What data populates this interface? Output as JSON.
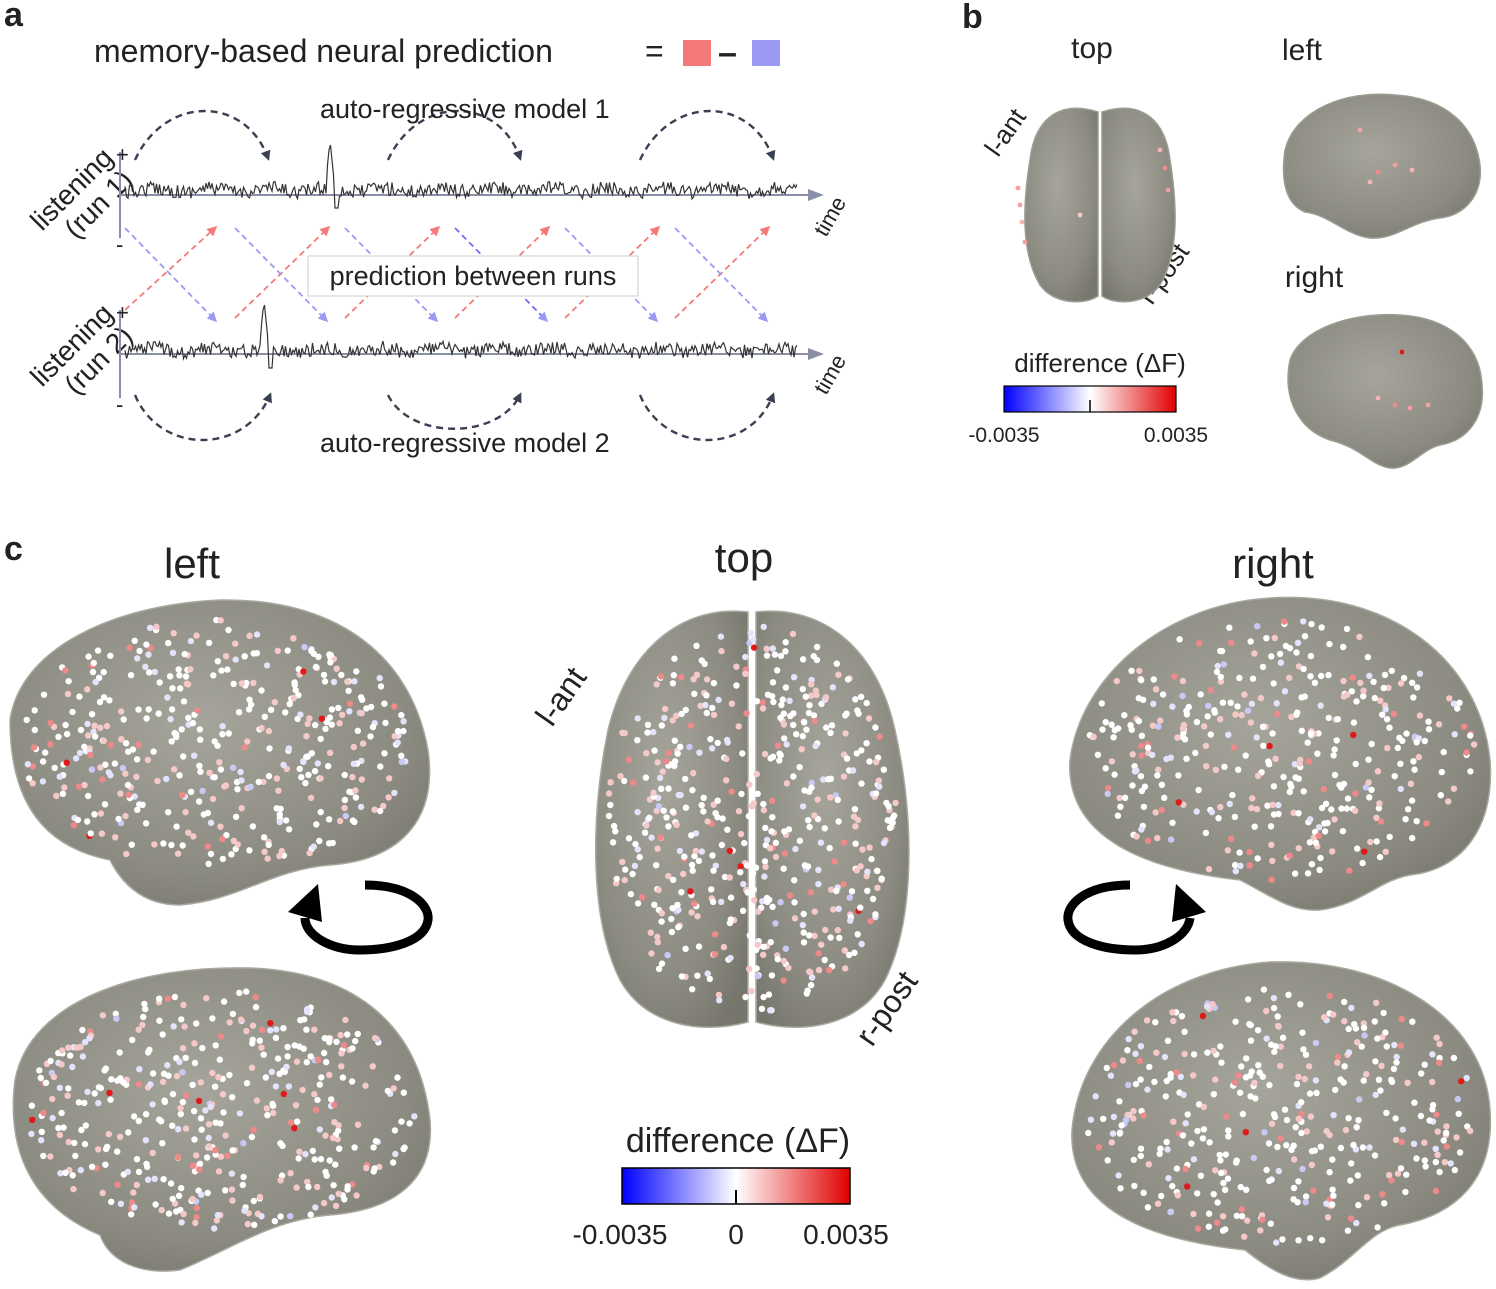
{
  "panel_a": {
    "letter": "a",
    "title": "memory-based neural prediction",
    "equals": "=",
    "minus": "–",
    "run1_label_line1": "listening",
    "run1_label_line2": "(run 1)",
    "run2_label_line1": "listening",
    "run2_label_line2": "(run 2)",
    "plus_sign": "+",
    "minus_sign": "-",
    "time_label": "time",
    "ar_model_1": "auto-regressive model 1",
    "ar_model_2": "auto-regressive model 2",
    "between_runs": "prediction between runs",
    "colors": {
      "red": "#f47a7a",
      "blue": "#9a9af2",
      "trace": "#333333",
      "arrow_dark": "#3a3f52"
    }
  },
  "panel_b": {
    "letter": "b",
    "view_top": "top",
    "view_left": "left",
    "view_right": "right",
    "l_ant": "l-ant",
    "r_post": "r-post",
    "colorbar_title": "difference (ΔF)",
    "cb_min": "-0.0035",
    "cb_max": "0.0035"
  },
  "panel_c": {
    "letter": "c",
    "view_left": "left",
    "view_top": "top",
    "view_right": "right",
    "l_ant": "l-ant",
    "r_post": "r-post",
    "colorbar_title": "difference (ΔF)",
    "cb_min": "-0.0035",
    "cb_zero": "0",
    "cb_max": "0.0035"
  },
  "colorscale": {
    "negative": "#0000ff",
    "zero": "#ffffff",
    "positive": "#e00000"
  },
  "brain_color": "#8f8e84"
}
